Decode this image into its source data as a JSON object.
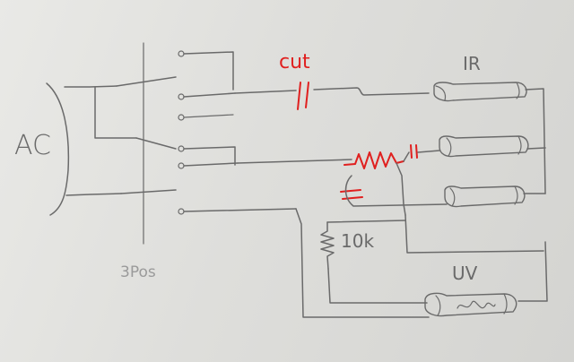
{
  "labels": {
    "ac": "AC",
    "cut": "cut",
    "ir": "IR",
    "resistor_value": "10k",
    "switch": "3Pos",
    "uv": "UV"
  },
  "colors": {
    "pencil": "#6a6a6a",
    "pencil_faint": "#9a9a9a",
    "red_annotation": "#e0201f",
    "paper": "#e6e6e3"
  }
}
